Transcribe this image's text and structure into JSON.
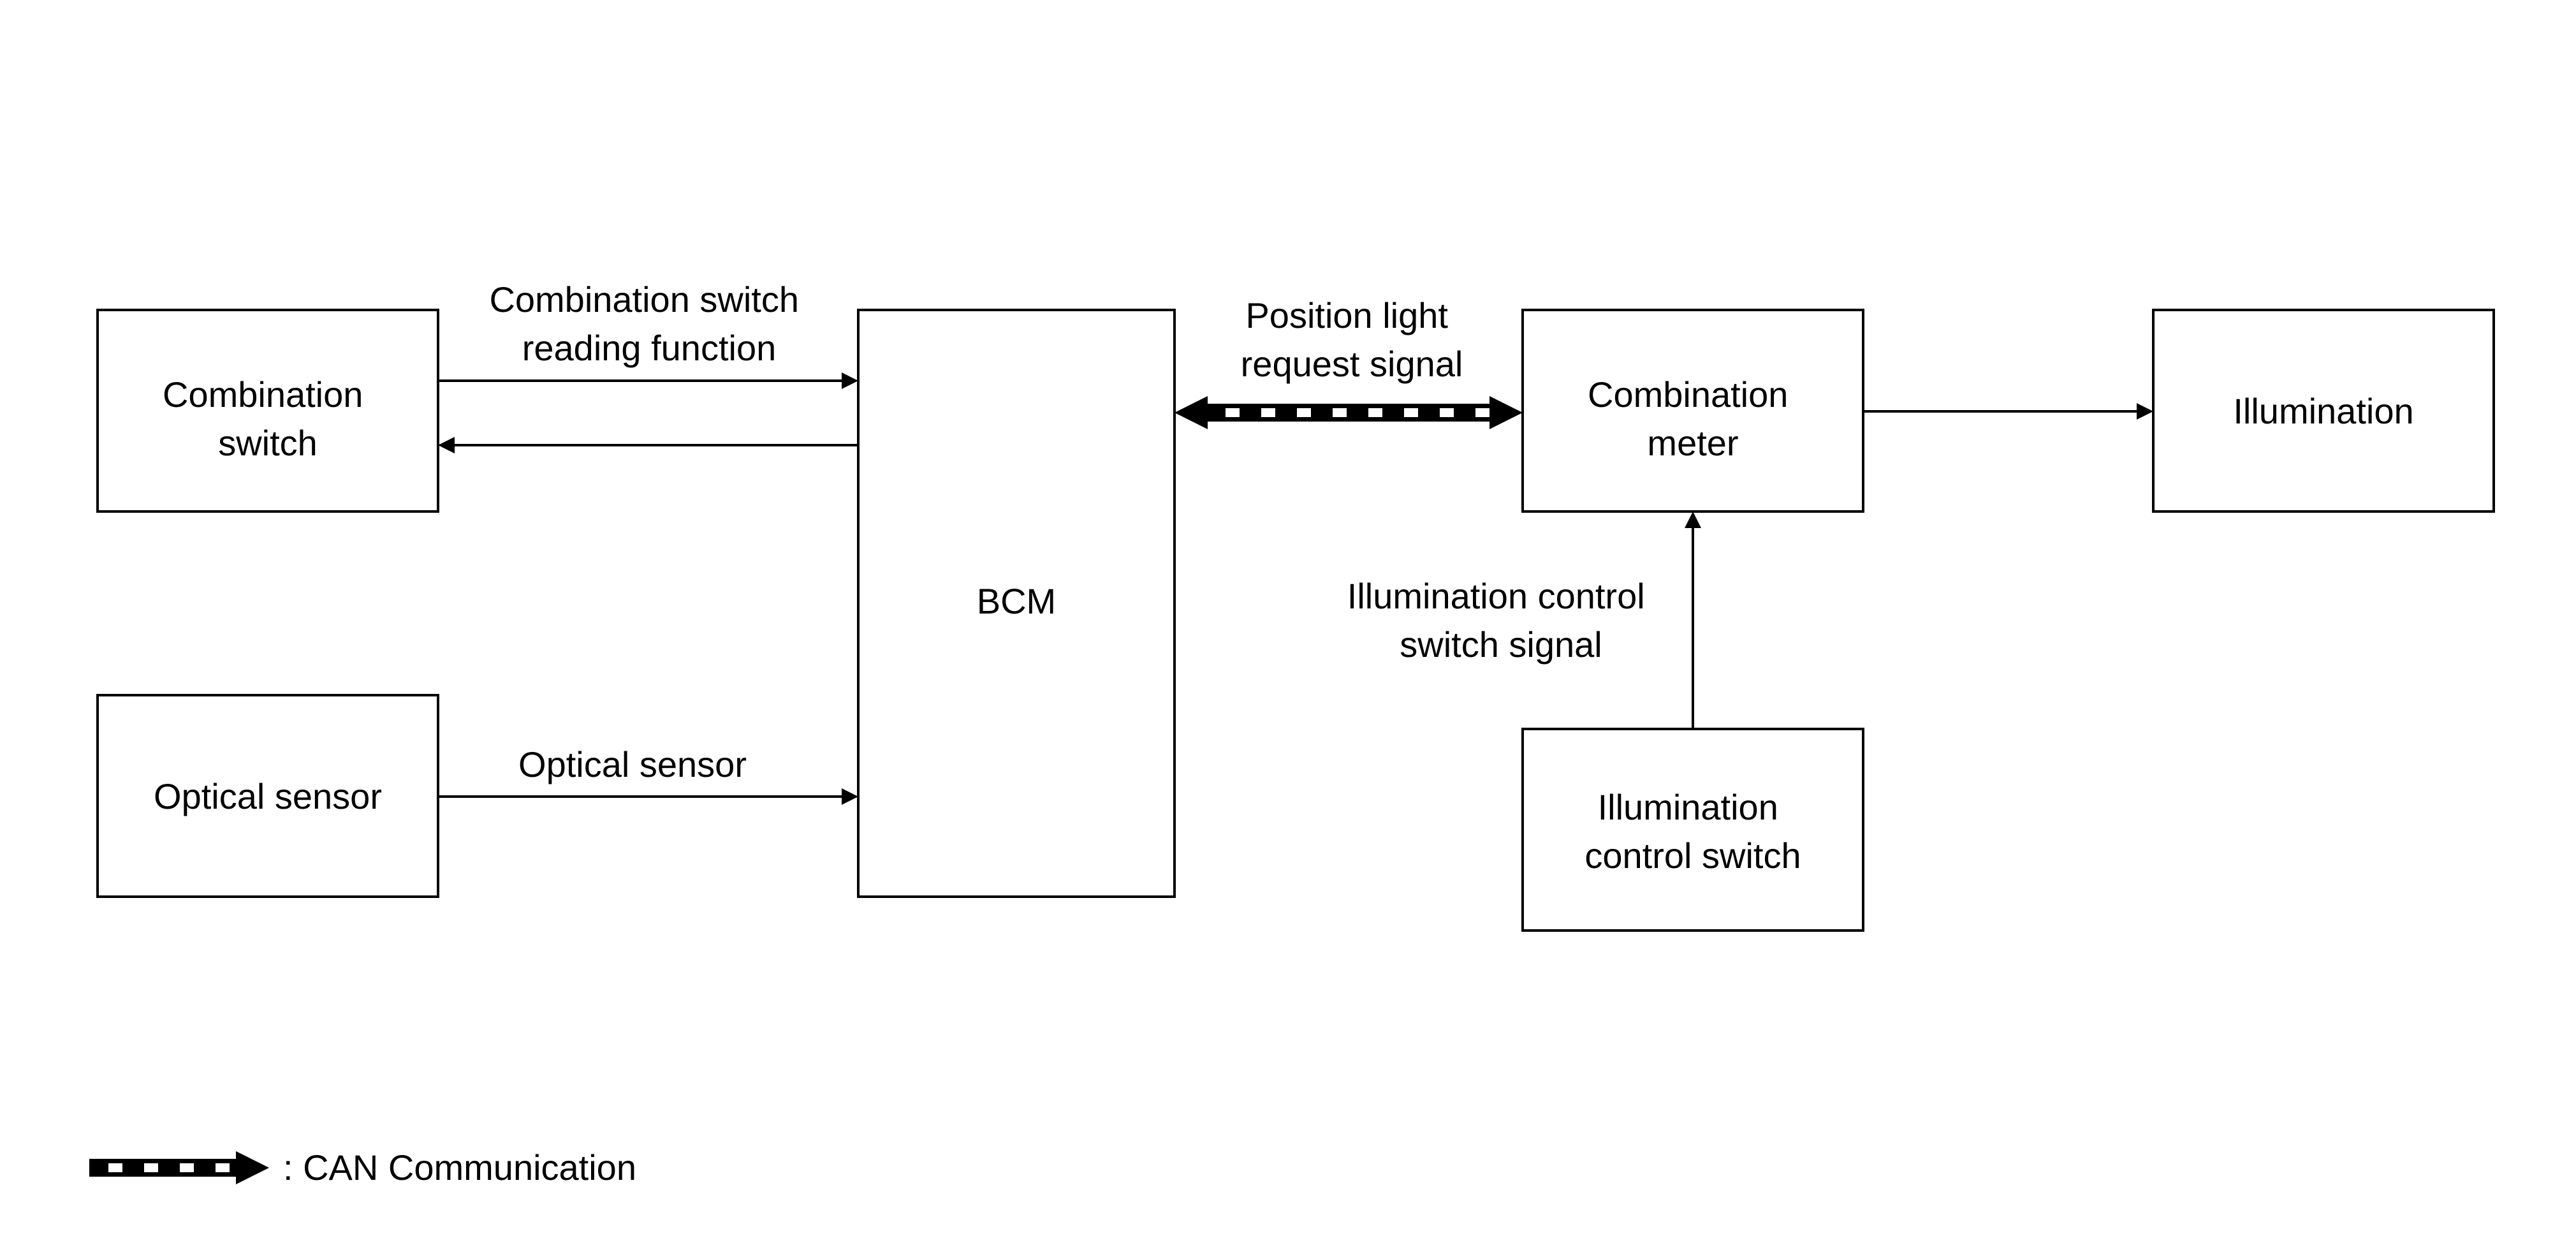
{
  "diagram": {
    "blocks": {
      "combination_switch": [
        "Combination",
        "switch"
      ],
      "optical_sensor": [
        "Optical sensor"
      ],
      "bcm": [
        "BCM"
      ],
      "combination_meter": [
        "Combination",
        "meter"
      ],
      "illumination": [
        "Illumination"
      ],
      "illumination_control_switch": [
        "Illumination",
        "control switch"
      ]
    },
    "signals": {
      "combination_switch_reading": [
        "Combination switch",
        "reading function"
      ],
      "optical_sensor_signal": [
        "Optical sensor"
      ],
      "position_light_request": [
        "Position light",
        "request signal"
      ],
      "illumination_control_switch_signal": [
        "Illumination control",
        "switch signal"
      ]
    },
    "legend": {
      "can_label": ": CAN Communication"
    }
  }
}
